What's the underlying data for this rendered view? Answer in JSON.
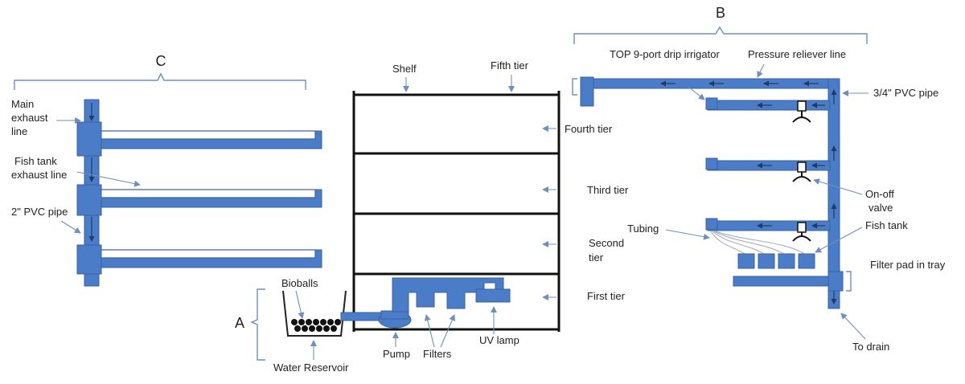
{
  "sections": {
    "a": "A",
    "b": "B",
    "c": "C"
  },
  "left_labels": {
    "main_exhaust_1": "Main",
    "main_exhaust_2": "exhaust",
    "main_exhaust_3": "line",
    "fish_exhaust_1": "Fish tank",
    "fish_exhaust_2": "exhaust line",
    "pvc_2in": "2\" PVC pipe"
  },
  "shelf_labels": {
    "shelf": "Shelf",
    "fifth_tier": "Fifth tier",
    "fourth_tier": "Fourth tier",
    "third_tier": "Third tier",
    "second_tier_1": "Second",
    "second_tier_2": "tier",
    "first_tier": "First tier"
  },
  "section_a_labels": {
    "bioballs": "Bioballs",
    "water_reservoir": "Water Reservoir",
    "pump": "Pump",
    "filters": "Filters",
    "uv_lamp": "UV lamp"
  },
  "right_labels": {
    "drip_irrigator": "TOP 9-port drip irrigator",
    "pressure_reliever": "Pressure reliever line",
    "pvc_34in": "3/4\" PVC pipe",
    "onoff_1": "On-off",
    "onoff_2": "valve",
    "tubing": "Tubing",
    "fish_tank": "Fish tank",
    "filter_pad": "Filter pad in tray",
    "to_drain": "To drain"
  },
  "colors": {
    "pipe": "#4a7cc7",
    "pipe_outline": "#3a62a0",
    "shelf": "#111111",
    "leader": "#6f8fbf"
  }
}
